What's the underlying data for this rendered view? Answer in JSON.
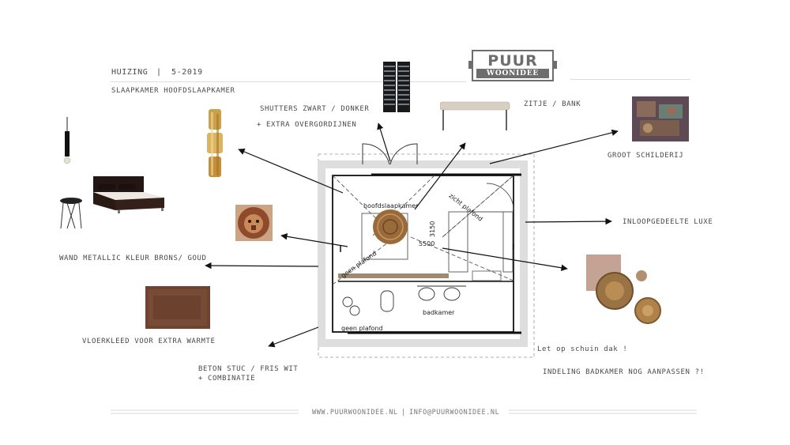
{
  "header": {
    "project": "HUIZING",
    "separator": "|",
    "date": "5-2019",
    "subtitle": "SLAAPKAMER HOOFDSLAAPKAMER"
  },
  "logo": {
    "line1": "PUUR",
    "line2": "WOONIDEE"
  },
  "annotations": {
    "shutters": "SHUTTERS ZWART / DONKER",
    "overgordijnen": "+ EXTRA OVERGORDIJNEN",
    "zitje": "ZITJE / BANK",
    "schilderij": "GROOT SCHILDERIJ",
    "inloop": "INLOOPGEDEELTE LUXE",
    "wand": "WAND METALLIC KLEUR BRONS/ GOUD",
    "vloerkleed": "VLOERKLEED VOOR EXTRA WARMTE",
    "beton1": "BETON STUC / FRIS WIT",
    "beton2": "+ COMBINATIE",
    "schuin": "Let op schuin dak !",
    "badkamer_note": "INDELING BADKAMER NOG AANPASSEN ?!"
  },
  "plan": {
    "room": "hoofdslaapkamer",
    "plafond_right": "zicht plafond",
    "plafond_left": "geen plafond",
    "plafond_bottom": "geen plafond",
    "dim_vertical": "3150",
    "dim_horizontal": "5500",
    "bathroom": "badkamer"
  },
  "footer": {
    "website": "WWW.PUURWOONIDEE.NL",
    "separator": "|",
    "email": "INFO@PUURWOONIDEE.NL"
  }
}
